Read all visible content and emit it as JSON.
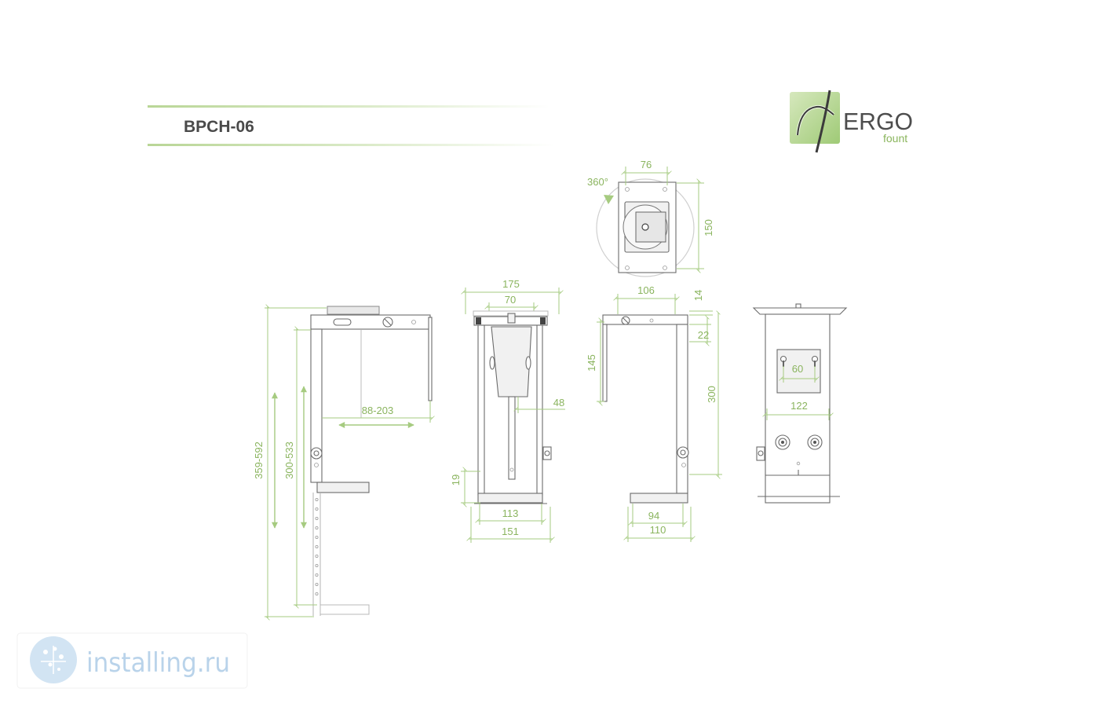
{
  "header": {
    "title": "BPCH-06"
  },
  "logo": {
    "brand": "ERGO",
    "sub": "fount"
  },
  "views": {
    "top": {
      "width": "76",
      "rotation": "360°",
      "depth": "150"
    },
    "side_left": {
      "height_total": "359-592",
      "height_inner": "300-533",
      "reach": "88-203"
    },
    "front": {
      "width_outer": "175",
      "width_clamp": "70",
      "offset": "48",
      "lip": "19",
      "inner_base": "113",
      "outer_base": "151"
    },
    "side_right": {
      "top_width": "106",
      "top_thickness": "14",
      "arm_gap": "22",
      "plate_height": "145",
      "height": "300",
      "foot_inner": "94",
      "foot_outer": "110"
    },
    "back": {
      "hole_spacing": "60",
      "body_width": "122"
    }
  },
  "watermark": {
    "text": "installing.ru"
  },
  "colors": {
    "dimension": "#8ab45e",
    "accent": "#a6cb80",
    "drawing": "#6b6b6b",
    "title": "#4a4a4a",
    "watermark": "#b9d3ea"
  }
}
